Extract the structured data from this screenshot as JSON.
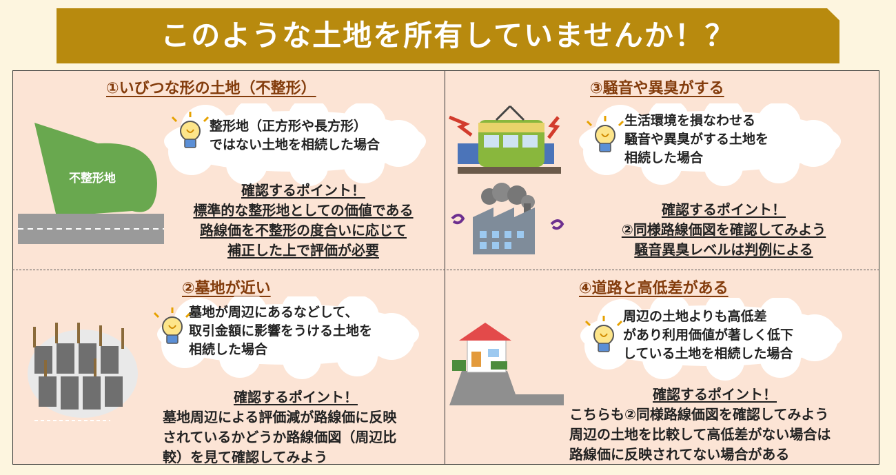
{
  "banner": {
    "title": "このような土地を所有していませんか！？"
  },
  "sections": [
    {
      "heading": "①いびつな形の土地（不整形）",
      "bubble": [
        "整形地（正方形や長方形）",
        "ではない土地を相続した場合"
      ],
      "point_title": "確認するポイント！",
      "points": [
        "標準的な整形地としての価値である",
        "路線価を不整形の度合いに応じて",
        "補正した上で評価が必要"
      ],
      "illustration_label": "不整形地",
      "icon": "lightbulb-icon"
    },
    {
      "heading": "③騒音や異臭がする",
      "bubble": [
        "生活環境を損なわせる",
        "騒音や異臭がする土地を",
        "相続した場合"
      ],
      "point_title": "確認するポイント！",
      "points": [
        "②同様路線価図を確認してみよう",
        "騒音異臭レベルは判例による"
      ],
      "icon": "lightbulb-icon"
    },
    {
      "heading": "②墓地が近い",
      "bubble": [
        "墓地が周辺にあるなどして、",
        "取引金額に影響をうける土地を",
        "相続した場合"
      ],
      "point_title": "確認するポイント！",
      "points": [
        "墓地周辺による評価減が路線価に反映",
        "されているかどうか路線価図（周辺比",
        "較）を見て確認してみよう"
      ],
      "icon": "lightbulb-icon"
    },
    {
      "heading": "④道路と高低差がある",
      "bubble": [
        "周辺の土地よりも高低差",
        "があり利用価値が著しく低下",
        "している土地を相続した場合"
      ],
      "point_title": "確認するポイント！",
      "points": [
        "こちらも②同様路線価図を確認してみよう",
        "周辺の土地を比較して高低差がない場合は",
        "路線価に反映されてない場合がある"
      ],
      "icon": "lightbulb-icon"
    }
  ],
  "colors": {
    "banner": "#b88a0e",
    "panel": "#fce4d5",
    "heading": "#833c0c",
    "background": "#fdf5df"
  }
}
